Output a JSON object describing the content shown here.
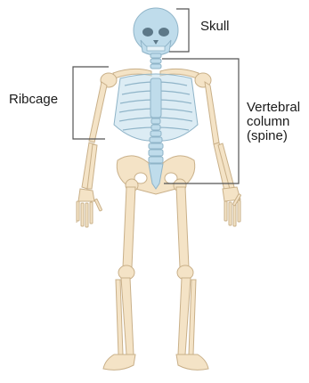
{
  "labels": {
    "skull": "Skull",
    "ribcage": "Ribcage",
    "spine_line1": "Vertebral",
    "spine_line2": "column",
    "spine_line3": "(spine)"
  },
  "colors": {
    "bone": "#f4e3c6",
    "bone_outline": "#c9b089",
    "highlight_blue": "#bfdceb",
    "highlight_outline": "#8fb4c8",
    "bracket": "#555555",
    "label": "#1a1a1a"
  }
}
